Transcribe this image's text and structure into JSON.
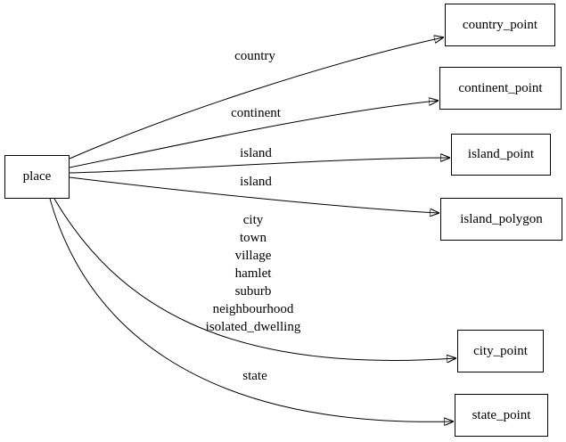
{
  "diagram": {
    "type": "directed-graph",
    "direction": "left-to-right",
    "colors": {
      "background": "#ffffff",
      "node_border": "#000000",
      "edge": "#000000",
      "text": "#000000"
    },
    "nodes": {
      "place": {
        "label": "place"
      },
      "country_point": {
        "label": "country_point"
      },
      "continent_point": {
        "label": "continent_point"
      },
      "island_point": {
        "label": "island_point"
      },
      "island_polygon": {
        "label": "island_polygon"
      },
      "city_point": {
        "label": "city_point"
      },
      "state_point": {
        "label": "state_point"
      }
    },
    "edges": [
      {
        "from": "place",
        "to": "country_point",
        "label": "country"
      },
      {
        "from": "place",
        "to": "continent_point",
        "label": "continent"
      },
      {
        "from": "place",
        "to": "island_point",
        "label": "island"
      },
      {
        "from": "place",
        "to": "island_polygon",
        "label": "island"
      },
      {
        "from": "place",
        "to": "city_point",
        "label_lines": [
          "city",
          "town",
          "village",
          "hamlet",
          "suburb",
          "neighbourhood",
          "isolated_dwelling"
        ]
      },
      {
        "from": "place",
        "to": "state_point",
        "label": "state"
      }
    ]
  }
}
